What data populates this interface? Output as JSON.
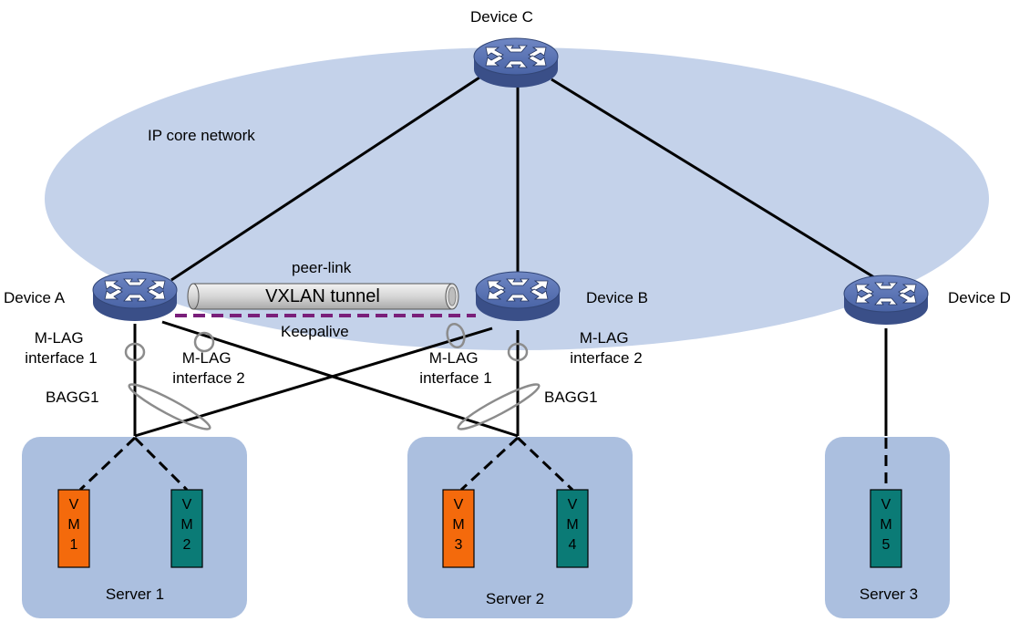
{
  "colors": {
    "core_cloud": "#c4d2ea",
    "server_box": "#abbfdf",
    "device_top": "#4f6aad",
    "device_side": "#3a4f88",
    "vm_orange": "#f46a0c",
    "vm_teal": "#0b7b76",
    "keepalive": "#7a1f7a",
    "aggregation_ring": "#8c8c8c",
    "tunnel": "#d9d9d9"
  },
  "network": {
    "core_label": "IP core network",
    "peer_link_label": "peer-link",
    "tunnel_label": "VXLAN tunnel",
    "keepalive_label": "Keepalive"
  },
  "devices": {
    "a": "Device A",
    "b": "Device B",
    "c": "Device C",
    "d": "Device D"
  },
  "interfaces": {
    "a_mlag1": [
      "M-LAG",
      "interface 1"
    ],
    "a_mlag2": [
      "M-LAG",
      "interface 2"
    ],
    "b_mlag1": [
      "M-LAG",
      "interface 1"
    ],
    "b_mlag2": [
      "M-LAG",
      "interface 2"
    ],
    "bagg_left": "BAGG1",
    "bagg_right": "BAGG1"
  },
  "servers": [
    {
      "name": "Server 1",
      "vms": [
        {
          "label": [
            "V",
            "M",
            "1"
          ],
          "color": "orange"
        },
        {
          "label": [
            "V",
            "M",
            "2"
          ],
          "color": "teal"
        }
      ]
    },
    {
      "name": "Server 2",
      "vms": [
        {
          "label": [
            "V",
            "M",
            "3"
          ],
          "color": "orange"
        },
        {
          "label": [
            "V",
            "M",
            "4"
          ],
          "color": "teal"
        }
      ]
    },
    {
      "name": "Server 3",
      "vms": [
        {
          "label": [
            "V",
            "M",
            "5"
          ],
          "color": "teal"
        }
      ]
    }
  ]
}
